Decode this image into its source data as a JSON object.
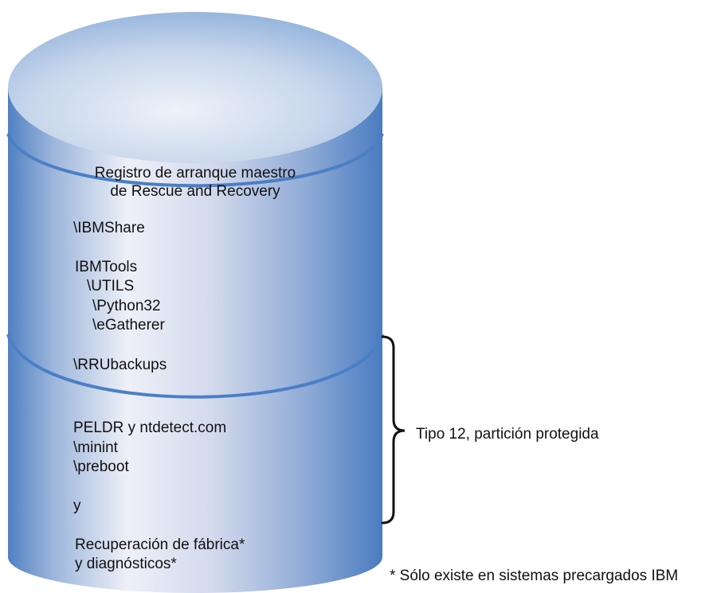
{
  "mbr": {
    "line1": "Registro de arranque maestro",
    "line2": "de Rescue and Recovery"
  },
  "folders": {
    "ibmshare": "\\IBMShare",
    "ibmtools": "IBMTools",
    "utils": "\\UTILS",
    "python": "\\Python32",
    "egatherer": "\\eGatherer",
    "rrubackups": "\\RRUbackups"
  },
  "boot": {
    "peldr": "PELDR y ntdetect.com",
    "minint": "\\minint",
    "preboot": "\\preboot",
    "y": "y",
    "recovery1": "Recuperación de fábrica*",
    "recovery2": "y diagnósticos*"
  },
  "brace_label": "Tipo 12, partición protegida",
  "footnote": "* Sólo existe en sistemas precargados IBM",
  "colors": {
    "cylinder_edge": "#4f81c2",
    "cylinder_mid": "#eef0f8",
    "top_light": "#e6ecf6",
    "top_dark": "#9db7dc",
    "band_line": "#4a7fc6",
    "brace": "#111111"
  }
}
